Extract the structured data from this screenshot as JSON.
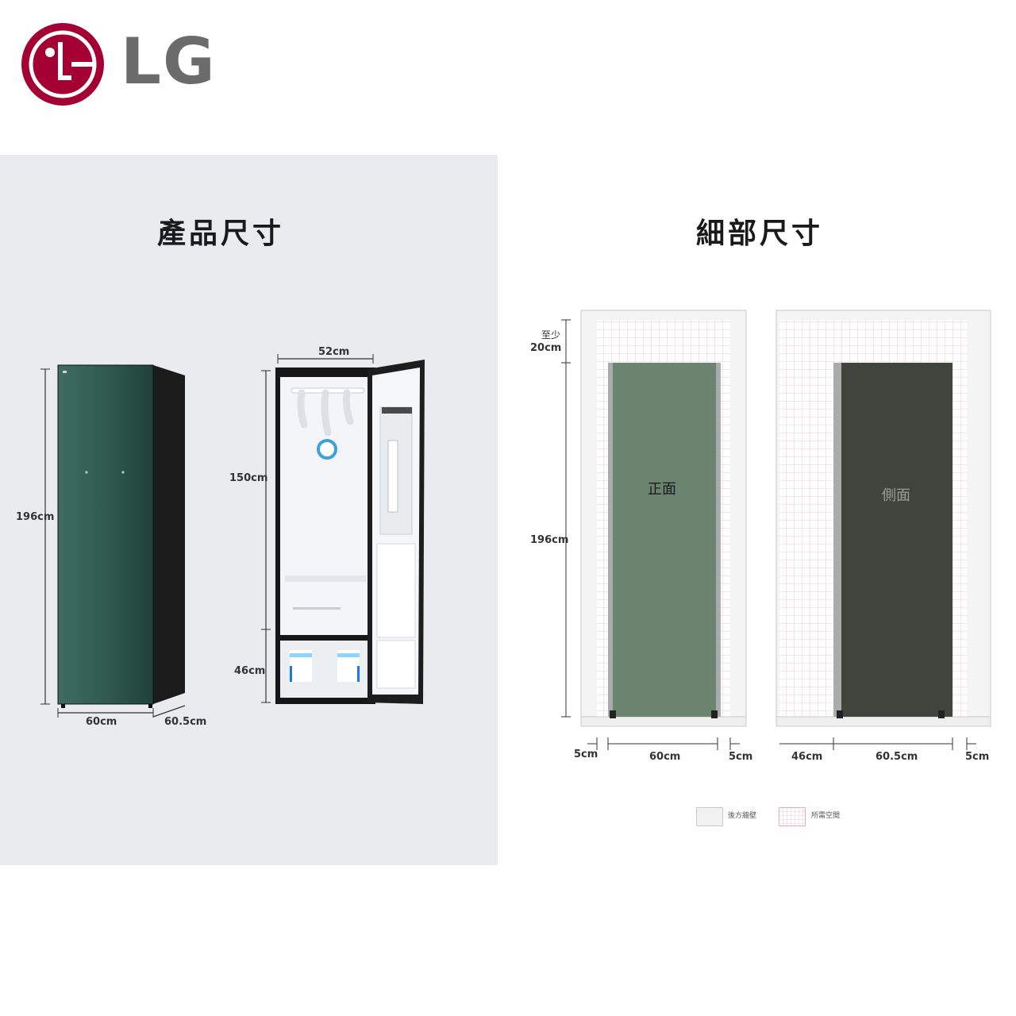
{
  "brand": {
    "name": "LG",
    "logo_mark": "LG",
    "color": "#A50034",
    "wordmark_color": "#6b6b6b"
  },
  "product_dimensions": {
    "title": "產品尺寸",
    "height": "196cm",
    "width": "60cm",
    "depth": "60.5cm",
    "inner_width": "52cm",
    "upper_height": "150cm",
    "lower_height": "46cm",
    "body_color": "#335a50"
  },
  "installation_dimensions": {
    "title": "細部尺寸",
    "top_clearance": [
      "至少",
      "20cm"
    ],
    "height": "196cm",
    "front_label": "正面",
    "side_label": "側面",
    "front": {
      "left_gap": "5cm",
      "width": "60cm",
      "right_gap": "5cm"
    },
    "side": {
      "back_gap": "46cm",
      "depth": "60.5cm",
      "front_gap": "5cm"
    },
    "front_color": "#6b8470",
    "side_color": "#3f443d",
    "legend": [
      {
        "label": "後方牆壁",
        "swatch": "plain",
        "color": "#f2f2f2"
      },
      {
        "label": "所需空間",
        "swatch": "grid",
        "color": "#e9a9c2"
      }
    ]
  }
}
